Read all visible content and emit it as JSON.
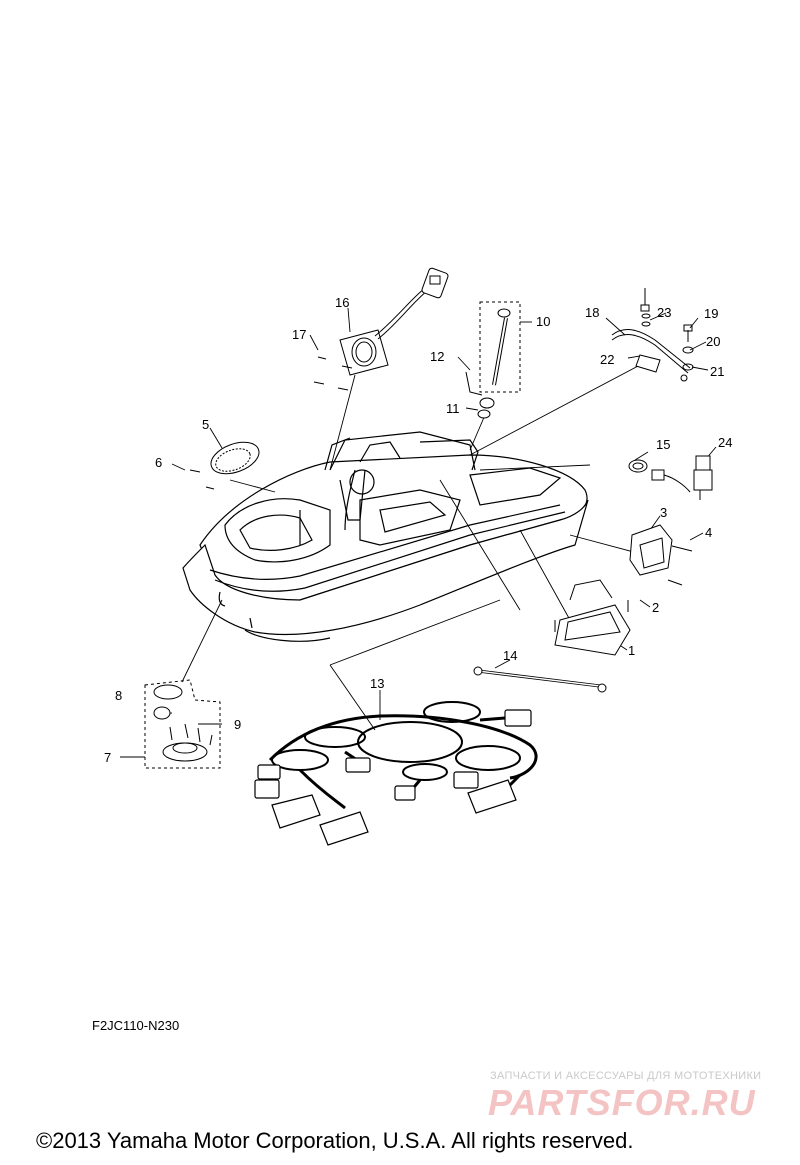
{
  "callouts": [
    "1",
    "2",
    "3",
    "4",
    "5",
    "6",
    "7",
    "8",
    "9",
    "10",
    "11",
    "12",
    "13",
    "14",
    "15",
    "16",
    "17",
    "18",
    "19",
    "20",
    "21",
    "22",
    "23",
    "24"
  ],
  "diagram_code": "F2JC110-N230",
  "watermark": {
    "tagline": "ЗАПЧАСТИ И АКСЕССУАРЫ ДЛЯ МОТОТЕХНИКИ",
    "logo": "PARTSFOR.RU"
  },
  "copyright": "©2013 Yamaha Motor Corporation, U.S.A. All rights reserved.",
  "colors": {
    "line": "#000000",
    "watermark_logo": "#f4c3c3",
    "watermark_text": "#c9c9c9"
  }
}
